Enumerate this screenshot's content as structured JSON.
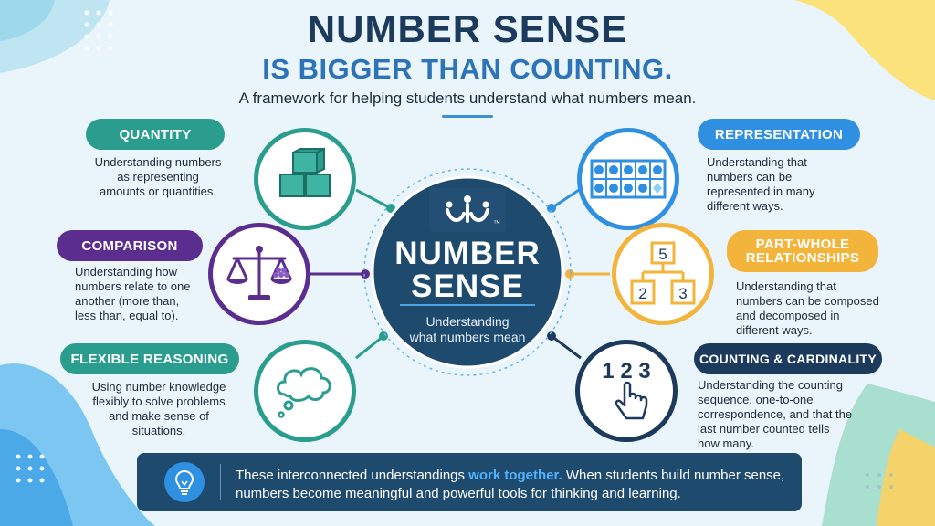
{
  "header": {
    "title_line1": "NUMBER SENSE",
    "title_line2": "IS BIGGER THAN COUNTING.",
    "subtitle": "A framework for helping students understand what numbers mean."
  },
  "hub": {
    "logo_icon": "people-logo-icon",
    "trademark": "™",
    "title_line1": "NUMBER",
    "title_line2": "SENSE",
    "subtitle_line1": "Understanding",
    "subtitle_line2": "what numbers mean"
  },
  "components": {
    "quantity": {
      "label": "QUANTITY",
      "lines": [
        "Understanding numbers",
        "as representing",
        "amounts or quantities."
      ],
      "color": "#2a9d8f",
      "icon": "cubes-icon"
    },
    "comparison": {
      "label": "COMPARISON",
      "lines": [
        "Understanding how",
        "numbers relate to one",
        "another (more than,",
        "less than, equal to)."
      ],
      "color": "#5b2d8e",
      "icon": "balance-scale-icon"
    },
    "flexible": {
      "label": "FLEXIBLE REASONING",
      "lines": [
        "Using number knowledge",
        "flexibly to solve problems",
        "and make sense of",
        "situations."
      ],
      "color": "#2a9d8f",
      "icon": "thought-bubble-icon"
    },
    "representation": {
      "label": "REPRESENTATION",
      "lines": [
        "Understanding that",
        "numbers can be",
        "represented in many",
        "different ways."
      ],
      "color": "#2f8fe0",
      "icon": "ten-frame-icon"
    },
    "partwhole": {
      "label_line1": "PART-WHOLE",
      "label_line2": "RELATIONSHIPS",
      "lines": [
        "Understanding that",
        "numbers can be composed",
        "and decomposed in",
        "different ways."
      ],
      "color": "#f2b43a",
      "icon": "number-bond-icon",
      "bond_top": "5",
      "bond_left": "2",
      "bond_right": "3"
    },
    "counting": {
      "label": "COUNTING & CARDINALITY",
      "lines": [
        "Understanding the counting",
        "sequence, one-to-one",
        "correspondence, and that the",
        "last number counted tells",
        "how many."
      ],
      "color": "#1b3a5c",
      "icon": "pointing-hand-icon",
      "count_text": "1 2 3"
    }
  },
  "footer": {
    "icon": "lightbulb-icon",
    "text_before": "These interconnected understandings ",
    "text_highlight": "work together.",
    "text_after": " When students build number sense, numbers become meaningful and powerful tools for thinking and learning."
  }
}
